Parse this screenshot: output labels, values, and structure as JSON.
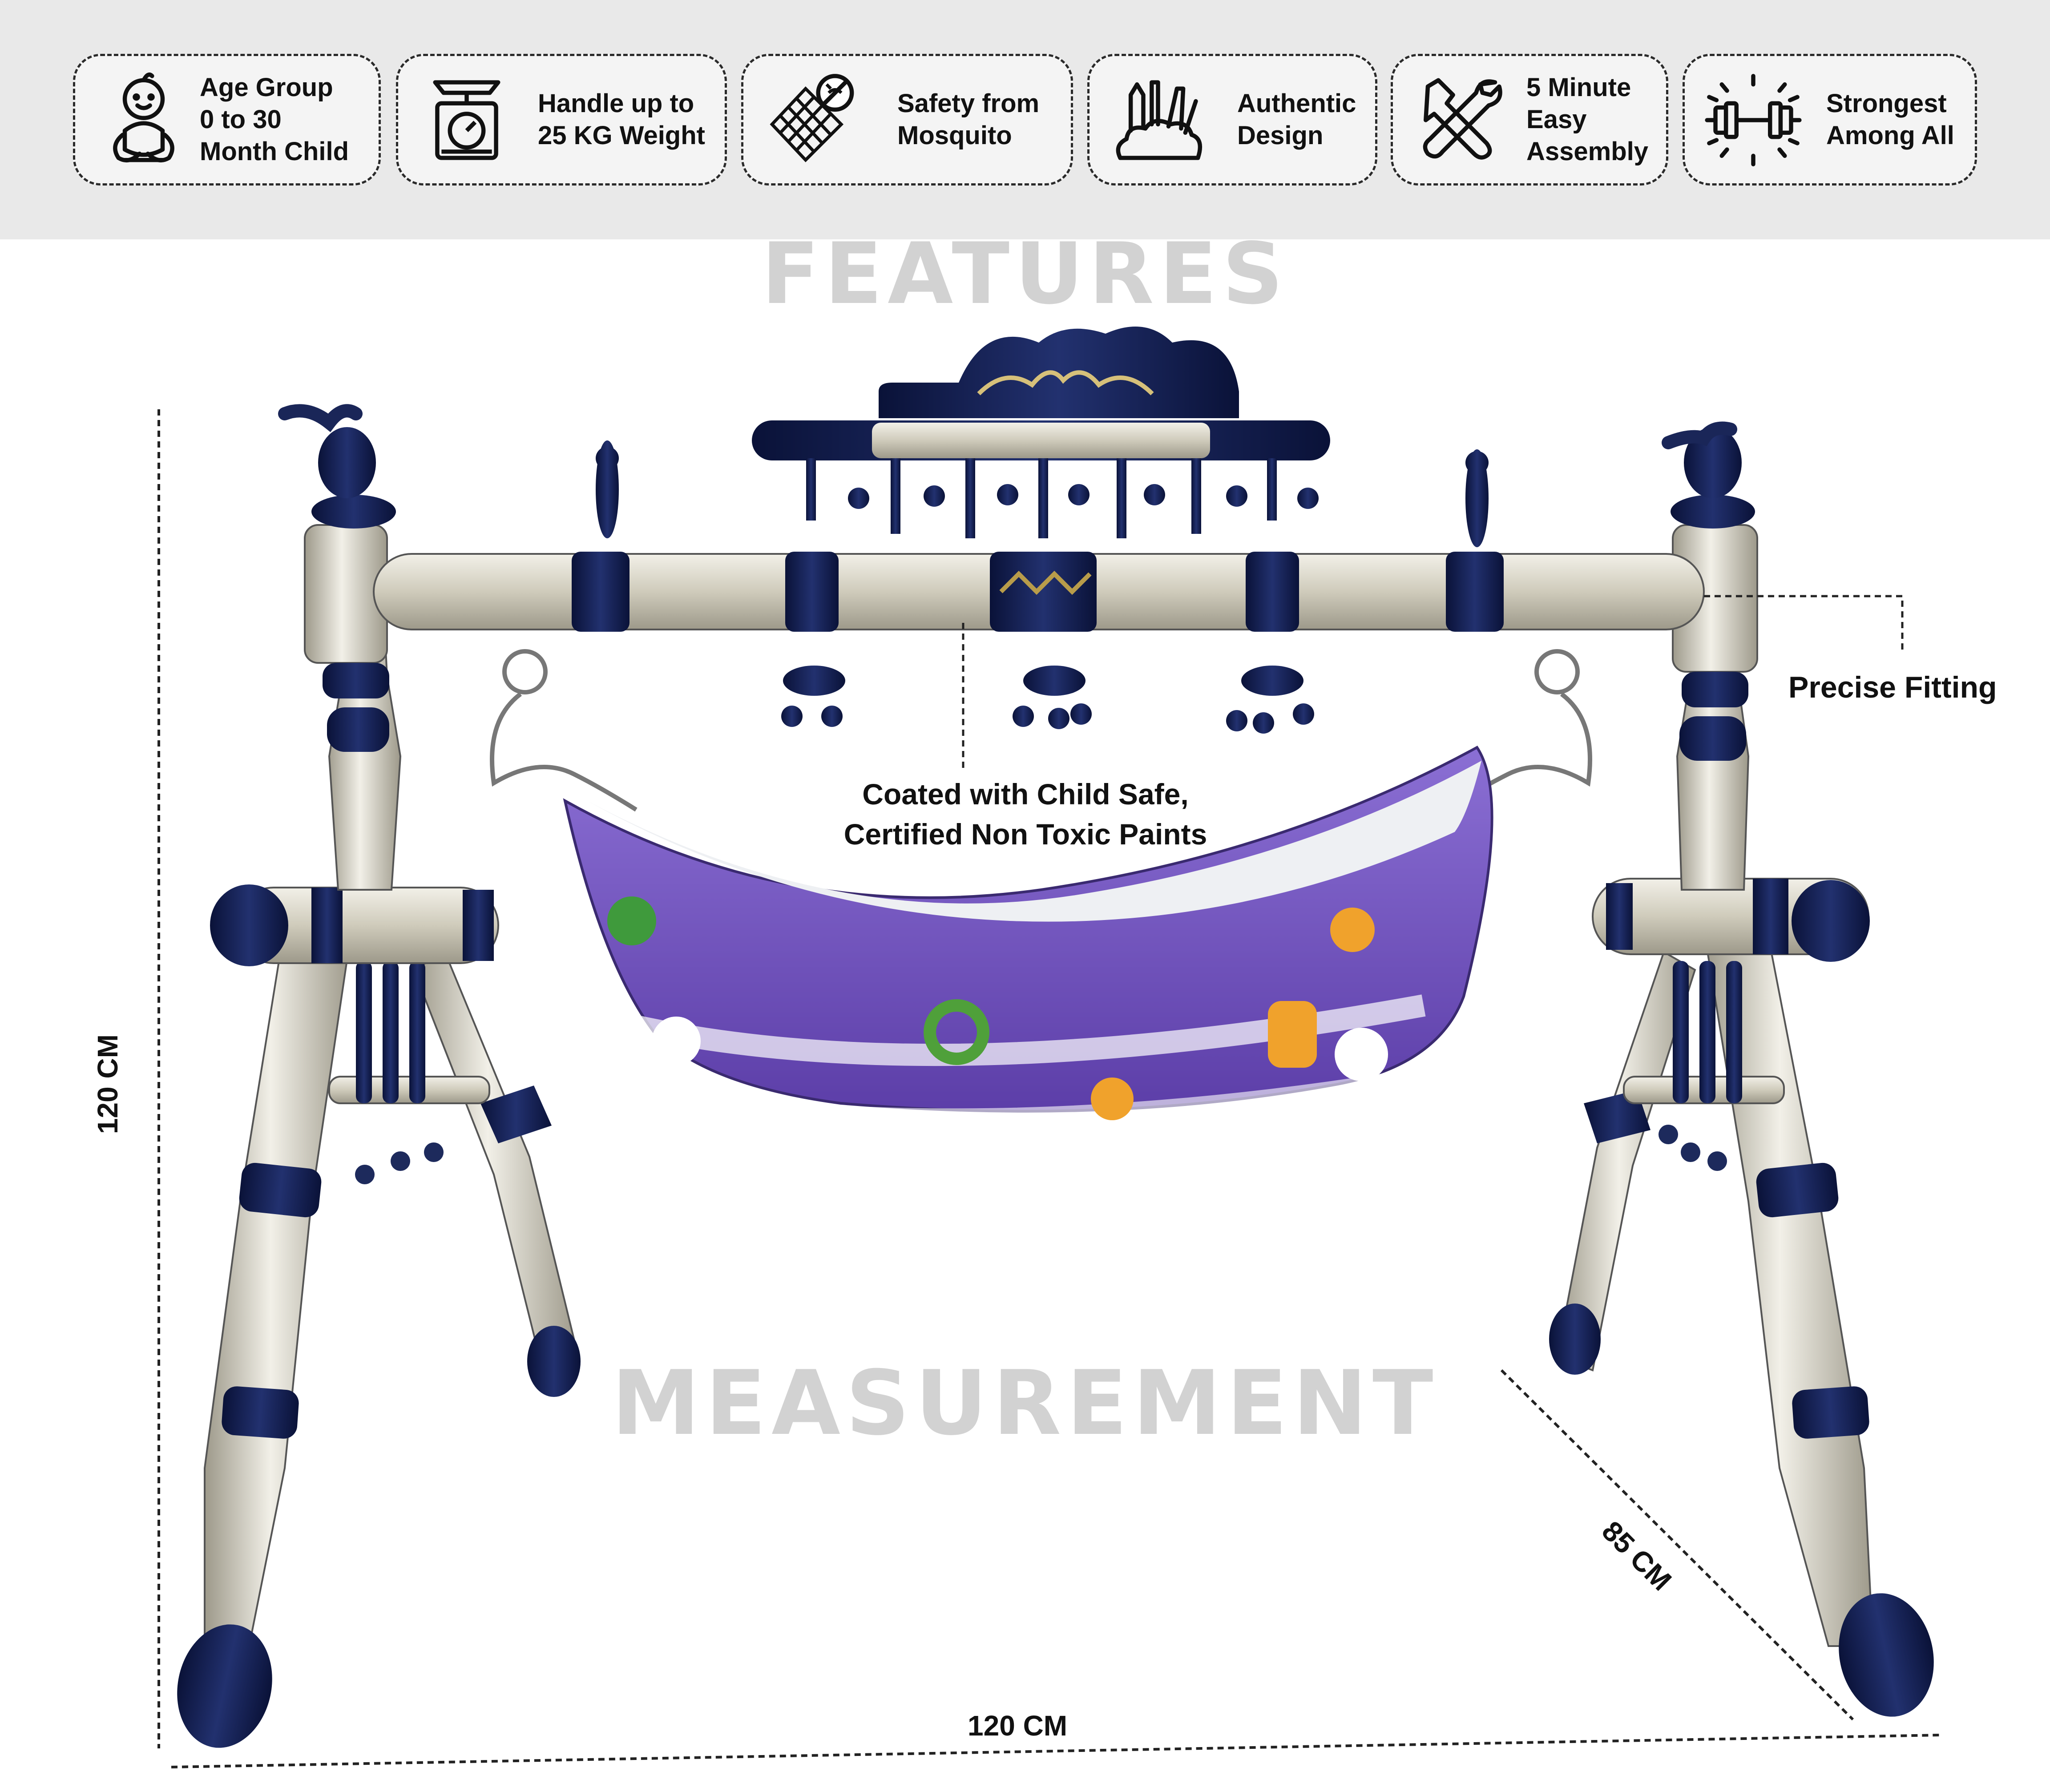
{
  "features": [
    {
      "label_lines": [
        "Age Group",
        "0 to 30",
        "Month Child"
      ],
      "icon": "baby-icon"
    },
    {
      "label_lines": [
        "Handle up to",
        "25 KG Weight"
      ],
      "icon": "weighing-scale-icon"
    },
    {
      "label_lines": [
        "Safety from",
        "Mosquito"
      ],
      "icon": "mosquito-net-icon"
    },
    {
      "label_lines": [
        "Authentic",
        "Design"
      ],
      "icon": "art-tools-icon"
    },
    {
      "label_lines": [
        "5 Minute",
        "Easy",
        "Assembly"
      ],
      "icon": "tools-wrench-screwdriver-icon"
    },
    {
      "label_lines": [
        "Strongest",
        "Among All"
      ],
      "icon": "dumbbell-icon"
    }
  ],
  "watermarks": {
    "features": "FEATURES",
    "measurement": "MEASUREMENT"
  },
  "callouts": {
    "paint_line1": "Coated with Child Safe,",
    "paint_line2": "Certified Non Toxic Paints",
    "fitting": "Precise Fitting"
  },
  "dimensions": {
    "height": "120 CM",
    "width": "120 CM",
    "depth": "85 CM"
  },
  "colors": {
    "navy": "#142056",
    "silver": "#d9d6c8",
    "gold": "#b89c4a",
    "fabric": "#7d5ccc",
    "band": "#e9e9e9"
  }
}
